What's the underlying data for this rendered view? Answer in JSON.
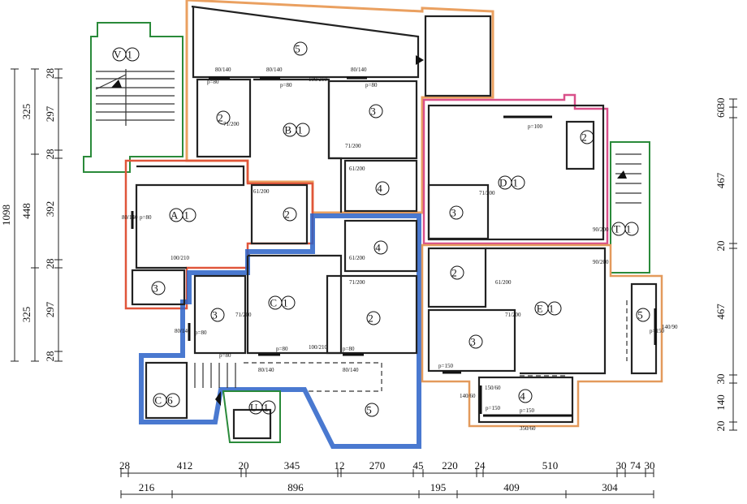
{
  "colors": {
    "apartment_a": "#e0553a",
    "apartment_b": "#eaa060",
    "apartment_c": "#2a62c8",
    "apartment_d": "#d9508a",
    "apartment_e": "#e39a5c",
    "stairs": "#2a8a3a",
    "walls": "#222222"
  },
  "rooms": [
    {
      "id": "V1",
      "label": "V1"
    },
    {
      "id": "B5",
      "label": "5"
    },
    {
      "id": "B2",
      "label": "2"
    },
    {
      "id": "B1",
      "label": "B1"
    },
    {
      "id": "B3",
      "label": "3"
    },
    {
      "id": "B4",
      "label": "4"
    },
    {
      "id": "A1",
      "label": "A1"
    },
    {
      "id": "A2",
      "label": "2"
    },
    {
      "id": "A3",
      "label": "3"
    },
    {
      "id": "C1",
      "label": "C1"
    },
    {
      "id": "C4",
      "label": "4"
    },
    {
      "id": "C2",
      "label": "2"
    },
    {
      "id": "C3",
      "label": "3"
    },
    {
      "id": "C6",
      "label": "C6"
    },
    {
      "id": "U1",
      "label": "U1"
    },
    {
      "id": "C5",
      "label": "5"
    },
    {
      "id": "D1",
      "label": "D1"
    },
    {
      "id": "D2",
      "label": "2"
    },
    {
      "id": "D3",
      "label": "3"
    },
    {
      "id": "T1",
      "label": "T1"
    },
    {
      "id": "E2",
      "label": "2"
    },
    {
      "id": "E1",
      "label": "E1"
    },
    {
      "id": "E3",
      "label": "3"
    },
    {
      "id": "E5",
      "label": "5"
    },
    {
      "id": "E4",
      "label": "4"
    }
  ],
  "annotations": [
    "80/140",
    "p=80",
    "80/140",
    "p=80",
    "100/210",
    "80/140",
    "p=80",
    "71/200",
    "71/200",
    "61/200",
    "61/200",
    "80/140",
    "p=80",
    "100/210",
    "61/200",
    "71/200",
    "71/200",
    "80/140",
    "p=80",
    "p=80",
    "100/210",
    "p=80",
    "80/140",
    "p=80",
    "80/140",
    "p=100",
    "71/200",
    "90/200",
    "90/200",
    "61/200",
    "71/200",
    "p=150",
    "150/60",
    "140/60",
    "p=150",
    "p=150",
    "350/60",
    "140/90",
    "p=150"
  ],
  "dimensions": {
    "left_total": [
      "1098"
    ],
    "left_mid": [
      "325",
      "448",
      "325"
    ],
    "left_detail": [
      "28",
      "297",
      "28",
      "392",
      "28",
      "297",
      "28"
    ],
    "right": [
      "30",
      "60",
      "467",
      "20",
      "467",
      "30",
      "140",
      "20"
    ],
    "bottom_detail": [
      "28",
      "412",
      "20",
      "345",
      "12",
      "270",
      "45",
      "220",
      "24",
      "510",
      "30",
      "74",
      "30"
    ],
    "bottom_total": [
      "216",
      "896",
      "195",
      "409",
      "304"
    ]
  }
}
